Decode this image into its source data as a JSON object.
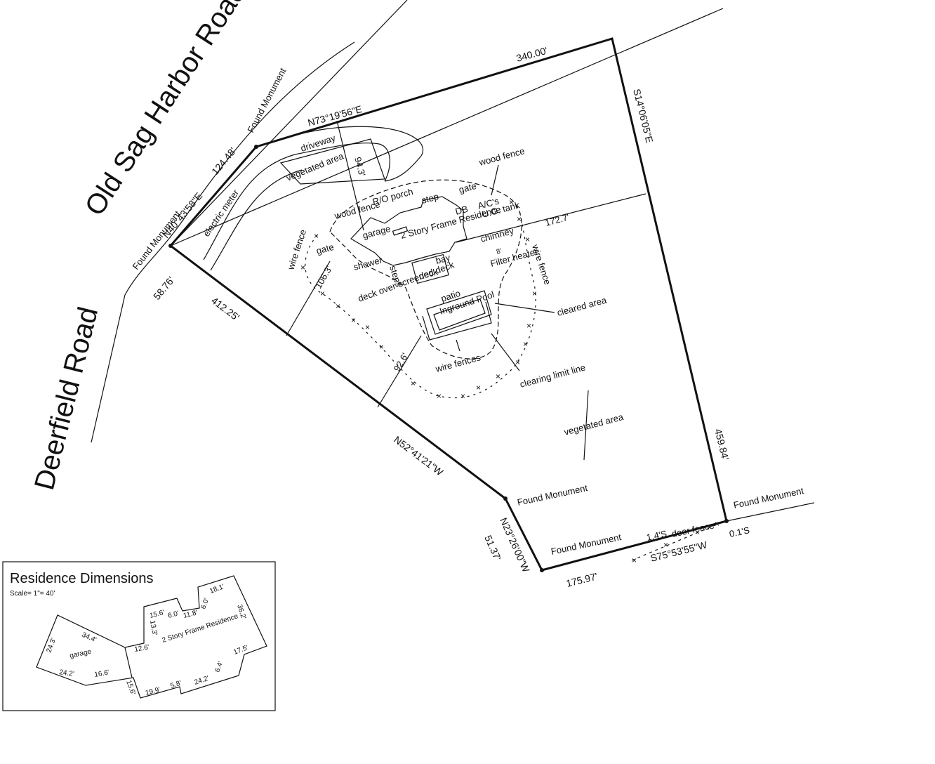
{
  "roads": {
    "old_sag_harbor": "Old Sag Harbor Road",
    "deerfield": "Deerfield Road"
  },
  "boundary": {
    "north_bearing": "N73°19'56\"E",
    "north_length": "340.00'",
    "east_bearing": "S14°06'05\"E",
    "east_length": "459.84'",
    "south_bearing": "S75°53'55\"W",
    "south_length": "175.97'",
    "sw_bearing": "N23°26'00\"W",
    "sw_length": "51.37'",
    "west_bearing": "N52°41'21\"W",
    "west_length": "412.25'",
    "nw_bearing": "N40°43'58\"E",
    "nw_length": "124.48'",
    "corner_arc": "58.76'"
  },
  "monuments": {
    "label": "Found Monument"
  },
  "features": {
    "driveway": "driveway",
    "vegetated_area": "vegetated area",
    "garage": "garage",
    "residence": "2 Story Frame Residence",
    "rop_porch": "R/O porch",
    "step": "step",
    "gate": "gate",
    "wood_fence": "wood fence",
    "ac": "A/C's",
    "ug_tank": "U.G. tank",
    "db": "DB",
    "chimney": "chimney",
    "filter_heater": "Filter heater",
    "wire_fence": "wire fence",
    "shower": "shower",
    "steps": "steps",
    "bay": "bay",
    "deck": "deck",
    "patio": "patio",
    "pool": "Inground Pool",
    "cleared_area": "cleared area",
    "deck_over": "deck over screened deck",
    "wire_fences": "wire fences",
    "clearing_limit": "clearing limit line",
    "electric_meter": "electric meter",
    "deer_fence": "deer fence",
    "offset_14": "1.4'S",
    "offset_01": "0.1'S"
  },
  "distances": {
    "d943": "94.3'",
    "d1727": "172.7'",
    "d1063": "106.3'",
    "d926": "92.6'",
    "d8": "8'"
  },
  "inset": {
    "title": "Residence Dimensions",
    "scale": "Scale= 1\"= 40'",
    "residence": "2 Story Frame Residence",
    "garage": "garage",
    "dims": [
      "24.3'",
      "34.4'",
      "24.2'",
      "16.6'",
      "15.6'",
      "12.6'",
      "15.6'",
      "6.0'",
      "13.3'",
      "11.8'",
      "6.0'",
      "18.1'",
      "36.2'",
      "17.5'",
      "6.4'",
      "24.2'",
      "5.8'",
      "19.9'"
    ]
  },
  "colors": {
    "ink": "#111111",
    "paper": "#ffffff"
  }
}
